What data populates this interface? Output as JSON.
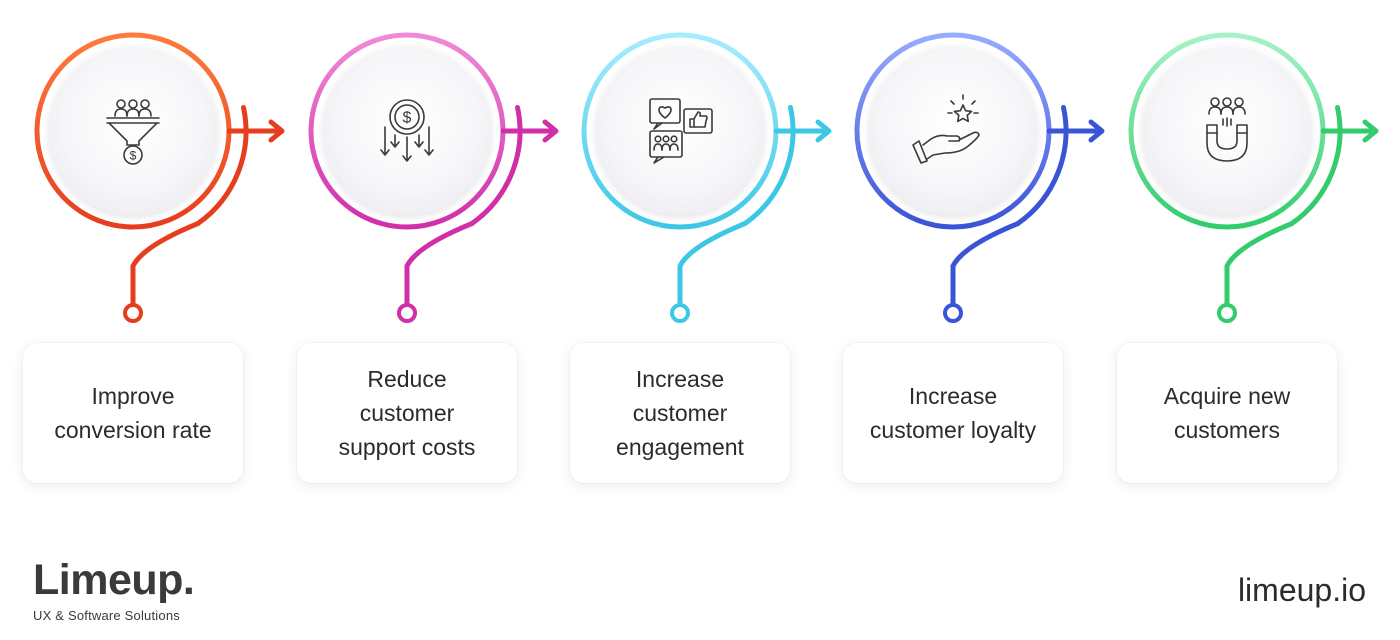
{
  "steps": [
    {
      "label": "Improve conversion rate",
      "icon": "funnel-coin-icon",
      "colors": [
        "#ff7a3d",
        "#e63d1f"
      ]
    },
    {
      "label": "Reduce customer support costs",
      "icon": "dollar-down-arrows-icon",
      "colors": [
        "#f08ad8",
        "#d02fa8"
      ]
    },
    {
      "label": "Increase customer engagement",
      "icon": "social-reactions-icon",
      "colors": [
        "#a8ecff",
        "#3cc8e4"
      ]
    },
    {
      "label": "Increase customer loyalty",
      "icon": "hand-star-icon",
      "colors": [
        "#98aaff",
        "#3a54d6"
      ]
    },
    {
      "label": "Acquire new customers",
      "icon": "magnet-people-icon",
      "colors": [
        "#a6f2c6",
        "#32cc6c"
      ]
    }
  ],
  "brand": {
    "name": "Limeup.",
    "tagline": "UX & Software Solutions"
  },
  "site_url": "limeup.io"
}
